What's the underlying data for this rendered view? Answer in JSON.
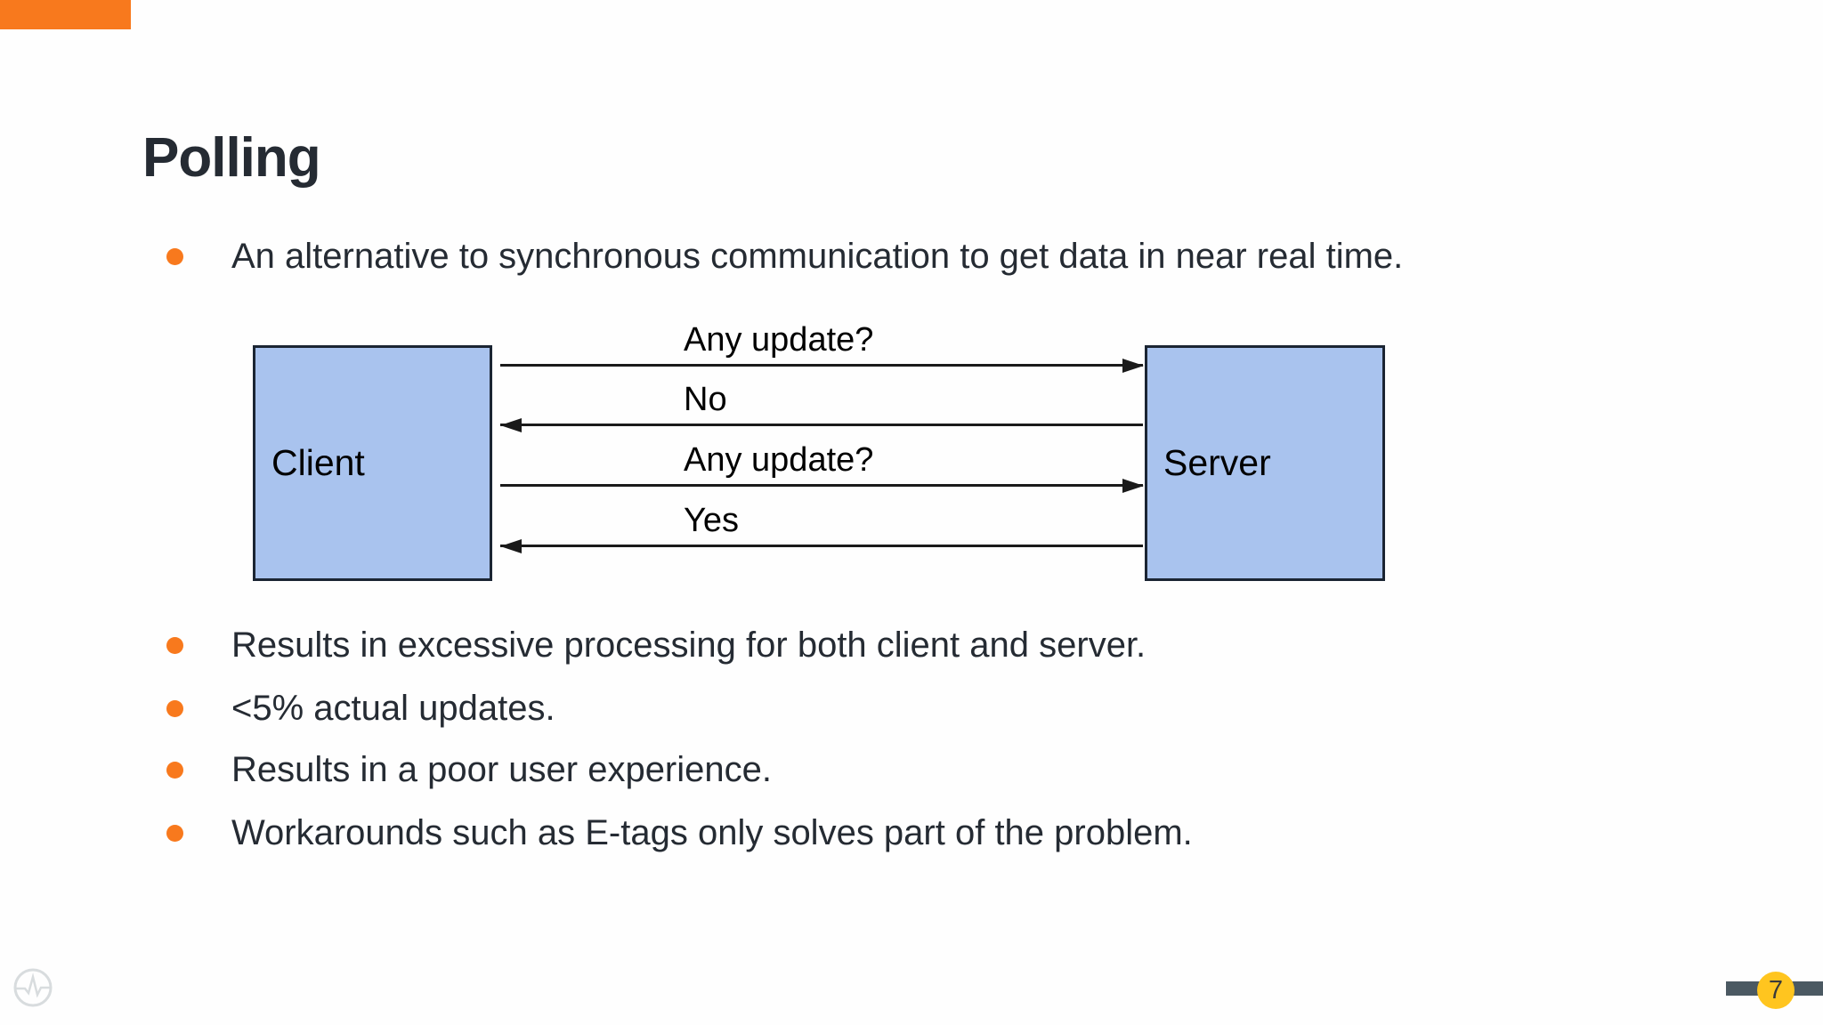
{
  "slide": {
    "title": "Polling"
  },
  "intro_bullet": "An alternative to synchronous communication to get data in near real time.",
  "diagram": {
    "client_label": "Client",
    "server_label": "Server",
    "messages": [
      {
        "text": "Any update?",
        "direction": "client-to-server"
      },
      {
        "text": "No",
        "direction": "server-to-client"
      },
      {
        "text": "Any update?",
        "direction": "client-to-server"
      },
      {
        "text": "Yes",
        "direction": "server-to-client"
      }
    ]
  },
  "bullets": [
    "Results in excessive processing for both client and server.",
    "<5% actual updates.",
    "Results in a poor user experience.",
    "Workarounds such as E-tags only solves part of the problem."
  ],
  "footer": {
    "logo_icon": "pulse-icon",
    "page_number": "7"
  },
  "colors": {
    "accent_orange": "#F8791D",
    "text_dark": "#252B33",
    "box_fill": "#A9C3EE",
    "box_border": "#1B2533",
    "badge_bar": "#4B5962",
    "badge_yellow": "#FFC51F"
  }
}
